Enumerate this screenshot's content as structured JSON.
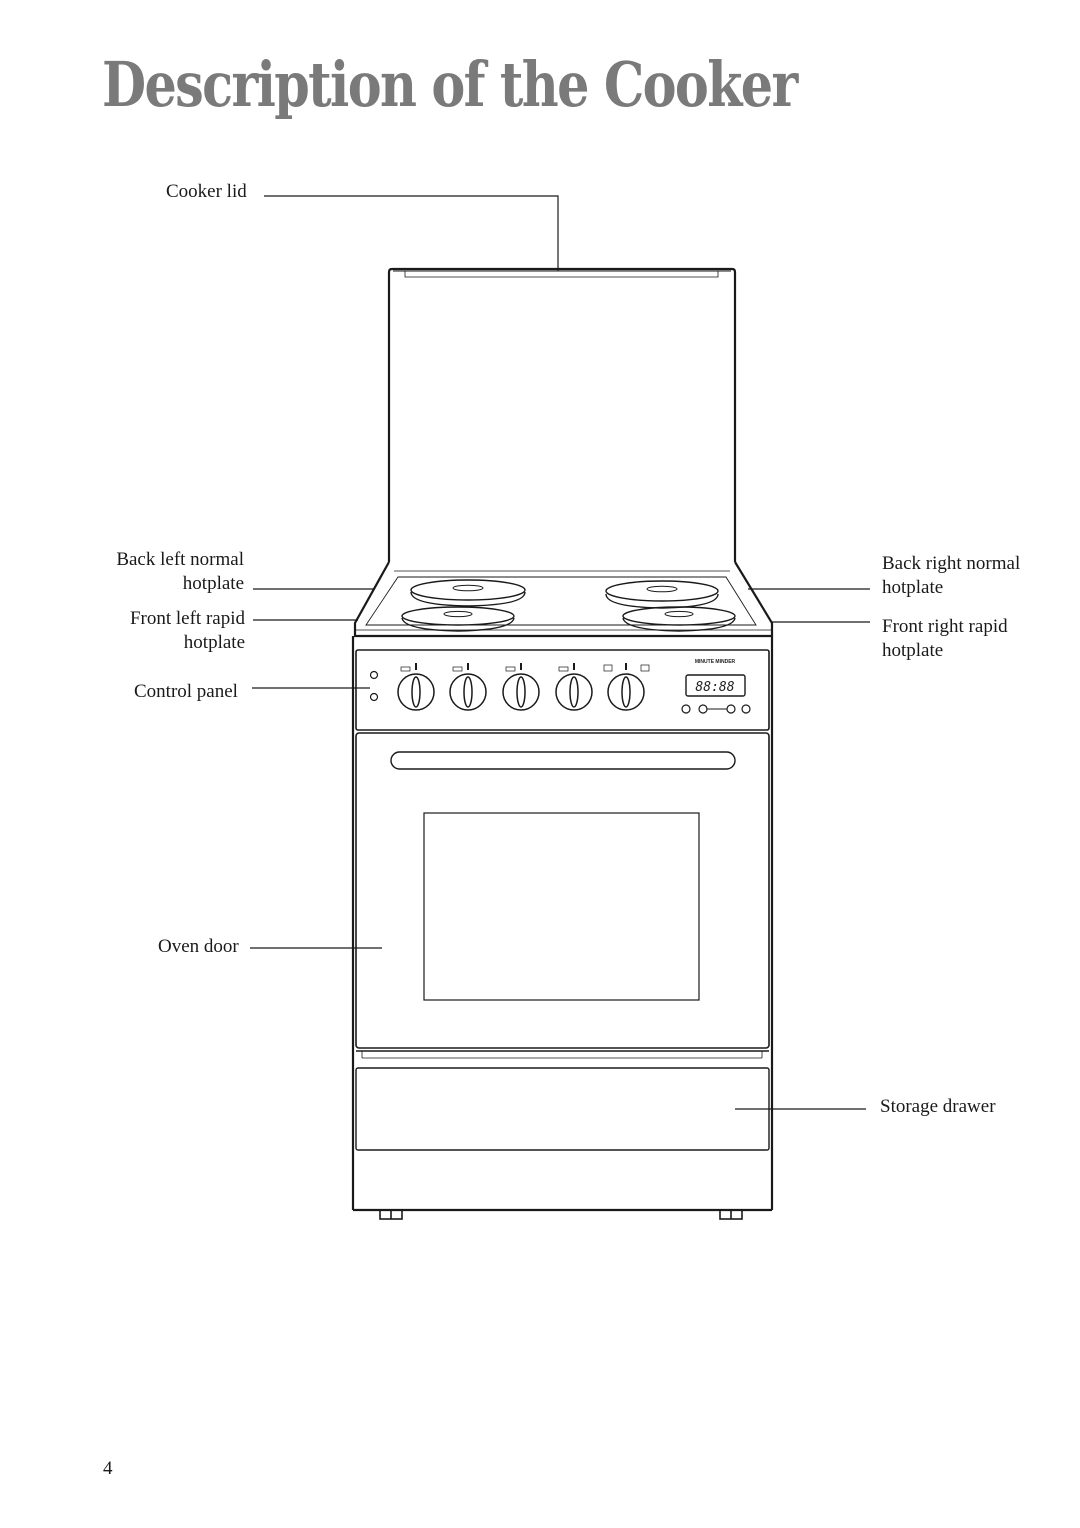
{
  "page": {
    "title": "Description of the Cooker",
    "page_number": "4"
  },
  "labels": {
    "cooker_lid": "Cooker lid",
    "back_left_line1": "Back left normal",
    "back_left_line2": "hotplate",
    "front_left_line1": "Front left rapid",
    "front_left_line2": "hotplate",
    "control_panel": "Control panel",
    "oven_door": "Oven door",
    "back_right_line1": "Back right normal",
    "back_right_line2": "hotplate",
    "front_right_line1": "Front right rapid",
    "front_right_line2": "hotplate",
    "storage_drawer": "Storage drawer"
  },
  "panel": {
    "minute_minder": "MINUTE MINDER",
    "display": "88:88"
  }
}
